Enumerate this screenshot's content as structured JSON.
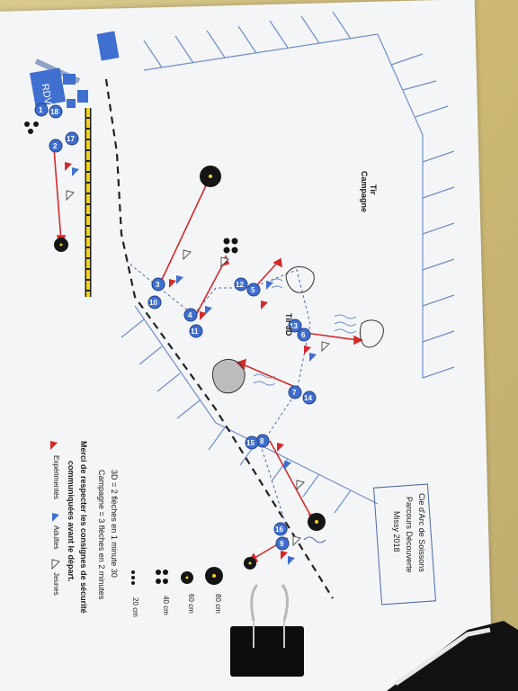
{
  "title": {
    "line1": "Cie d'Arc de Soissons",
    "line2": "Parcours Découverte",
    "line3": "Missy 2018"
  },
  "zone_labels": {
    "tir_campagne_1": "Tir",
    "tir_campagne_2": "Campagne",
    "tir_3d": "Tir 3D",
    "rdv": "RDV"
  },
  "target_sizes": [
    "80 cm",
    "60 cm",
    "40 cm",
    "20 cm"
  ],
  "rules": {
    "line1": "3D = 2 flèches en 1 minute 30",
    "line2": "Campagne = 3 flèches en 2 minutes",
    "safety1": "Merci de respecter les consignes de sécurité",
    "safety2": "communiquées avant le départ."
  },
  "legend": {
    "experimentes": "Expérimentés",
    "adultes": "Adultes",
    "jeunes": "Jeunes"
  },
  "stations": [
    "1",
    "2",
    "3",
    "4",
    "5",
    "6",
    "7",
    "8",
    "9",
    "10",
    "11",
    "12",
    "13",
    "14",
    "15",
    "16",
    "17",
    "18"
  ],
  "colors": {
    "station_blue": "#3f6fcf",
    "arrow_red": "#d42a2a",
    "path_dash": "#222222",
    "hatch_blue": "#6f8fc9",
    "road_yellow": "#f3d21c"
  }
}
